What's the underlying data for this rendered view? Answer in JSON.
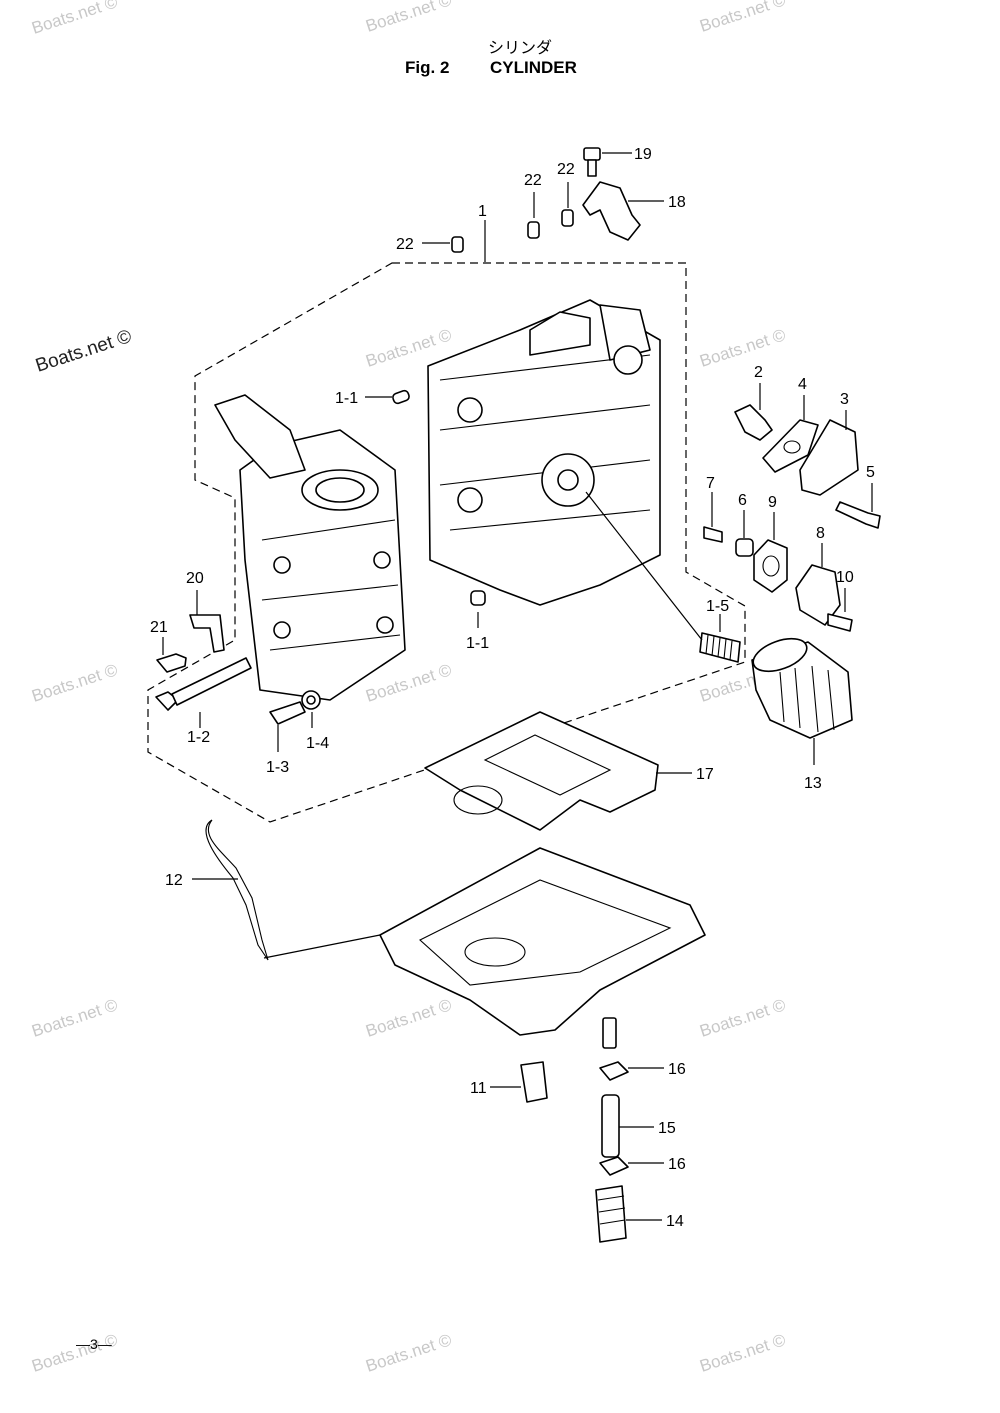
{
  "header": {
    "japanese_title": "シリンダ",
    "fig_label": "Fig. 2",
    "title": "CYLINDER"
  },
  "watermarks": {
    "faint": "Boats.net ©",
    "dark": "Boats.net ©"
  },
  "callouts": {
    "c1": "1",
    "c1_1a": "1-1",
    "c1_1b": "1-1",
    "c1_2": "1-2",
    "c1_3": "1-3",
    "c1_4": "1-4",
    "c1_5": "1-5",
    "c2": "2",
    "c3": "3",
    "c4": "4",
    "c5": "5",
    "c6": "6",
    "c7": "7",
    "c8": "8",
    "c9": "9",
    "c10": "10",
    "c11": "11",
    "c12": "12",
    "c13": "13",
    "c14": "14",
    "c15": "15",
    "c16a": "16",
    "c16b": "16",
    "c17": "17",
    "c18": "18",
    "c19": "19",
    "c20": "20",
    "c21": "21",
    "c22a": "22",
    "c22b": "22",
    "c22c": "22"
  },
  "footer": {
    "page_number": "—3—"
  }
}
